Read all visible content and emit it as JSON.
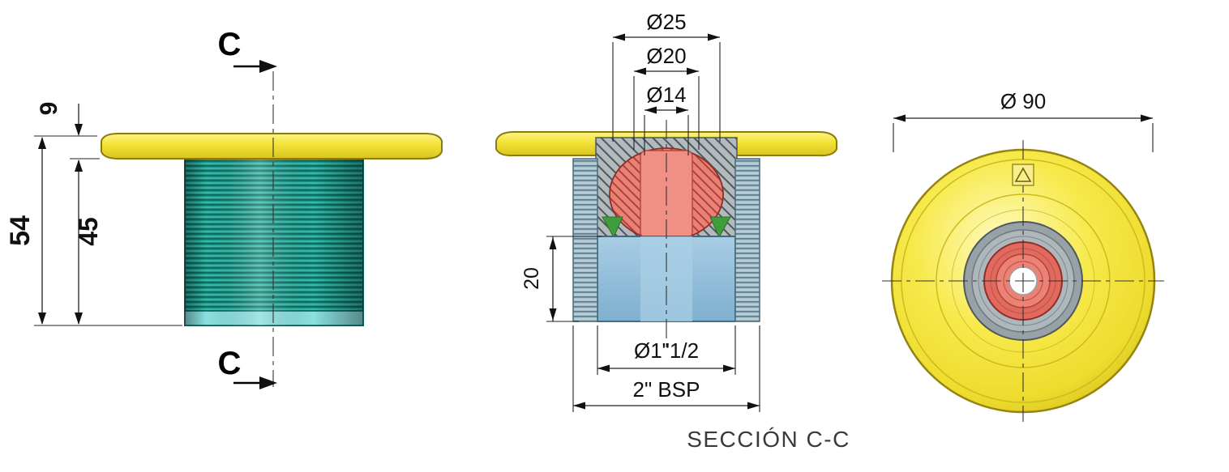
{
  "drawing": {
    "caption": "SECCIÓN C-C",
    "side_view": {
      "section_letter_top": "C",
      "section_letter_bottom": "C",
      "dim_flange_thickness": "9",
      "dim_total_height": "54",
      "dim_thread_length": "45"
    },
    "section_view": {
      "dim_d25": "Ø25",
      "dim_d20": "Ø20",
      "dim_d14": "Ø14",
      "dim_depth": "20",
      "dim_bore": "Ø1\"1/2",
      "dim_thread": "2\" BSP"
    },
    "front_view": {
      "dim_outer": "Ø 90"
    },
    "colors": {
      "flange_yellow": "#f2e335",
      "thread_teal": "#149a8c",
      "thread_tip_cyan": "#8adfe0",
      "body_blue": "#8fc1dd",
      "nozzle_red": "#e8756b",
      "seal_green": "#3f9d3b",
      "hatch_gray": "#b3babd"
    }
  }
}
